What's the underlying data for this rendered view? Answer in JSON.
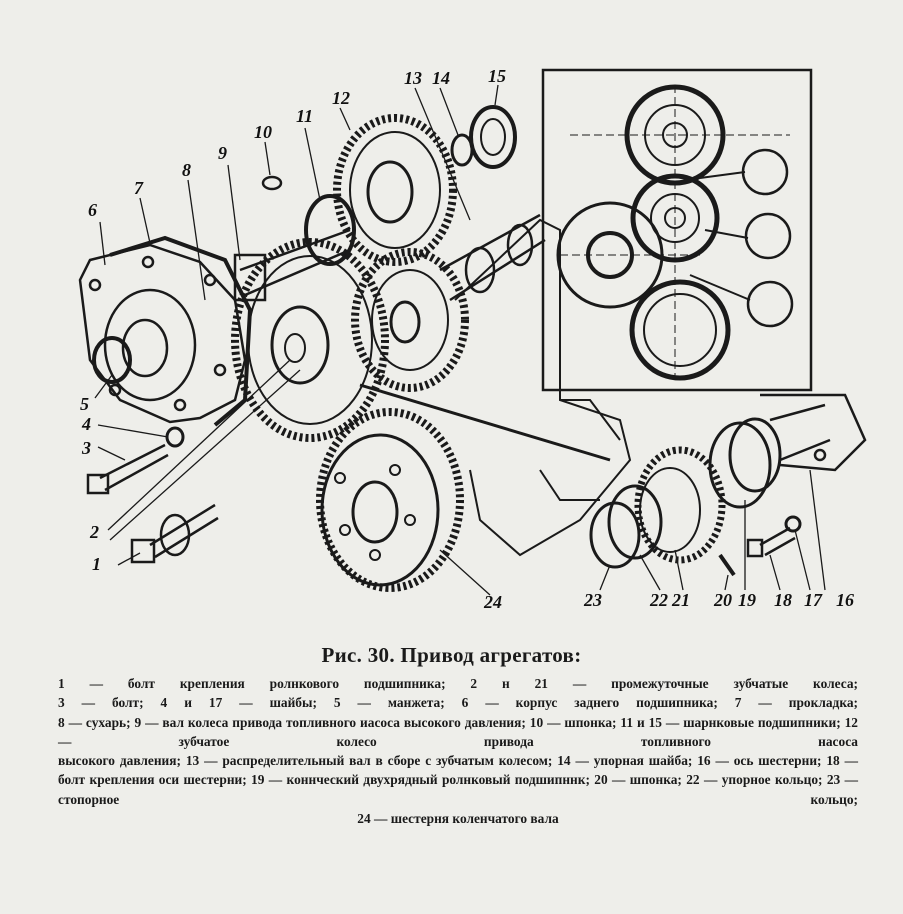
{
  "figure": {
    "callouts": [
      "1",
      "2",
      "3",
      "4",
      "5",
      "6",
      "7",
      "8",
      "9",
      "10",
      "11",
      "12",
      "13",
      "14",
      "15",
      "16",
      "17",
      "18",
      "19",
      "20",
      "21",
      "22",
      "23",
      "24"
    ]
  },
  "caption": {
    "title": "Рис. 30. Привод агрегатов:",
    "lines": [
      "1 — болт крепления ролнкового подшипника; 2 н 21 — промежуточные зубчатые колеса;",
      "3 — болт; 4 и 17 — шайбы; 5 — манжета; 6 — корпус заднего подшипника; 7 — прокладка;",
      "8 — сухарь; 9 — вал колеса привода топливного иасоса высокого давления; 10 — шпонка; 11 и 15 — шарнковые подшипники; 12 — зубчатое колесо привода топливного насоса",
      "высокого давления; 13 — распределительный вал в сборе с зубчатым колесом; 14 — упорная шайба; 16 — ось шестерни; 18 — болт крепления оси шестерни; 19 — коннческий двухрядный ролнковый подшипннк; 20 — шпонка; 22 — упорное кольцо; 23 — стопорное кольцо;",
      "24 — шестерня коленчатого вала"
    ]
  },
  "colors": {
    "ink": "#1a1a1a",
    "paper": "#eeeeea"
  }
}
